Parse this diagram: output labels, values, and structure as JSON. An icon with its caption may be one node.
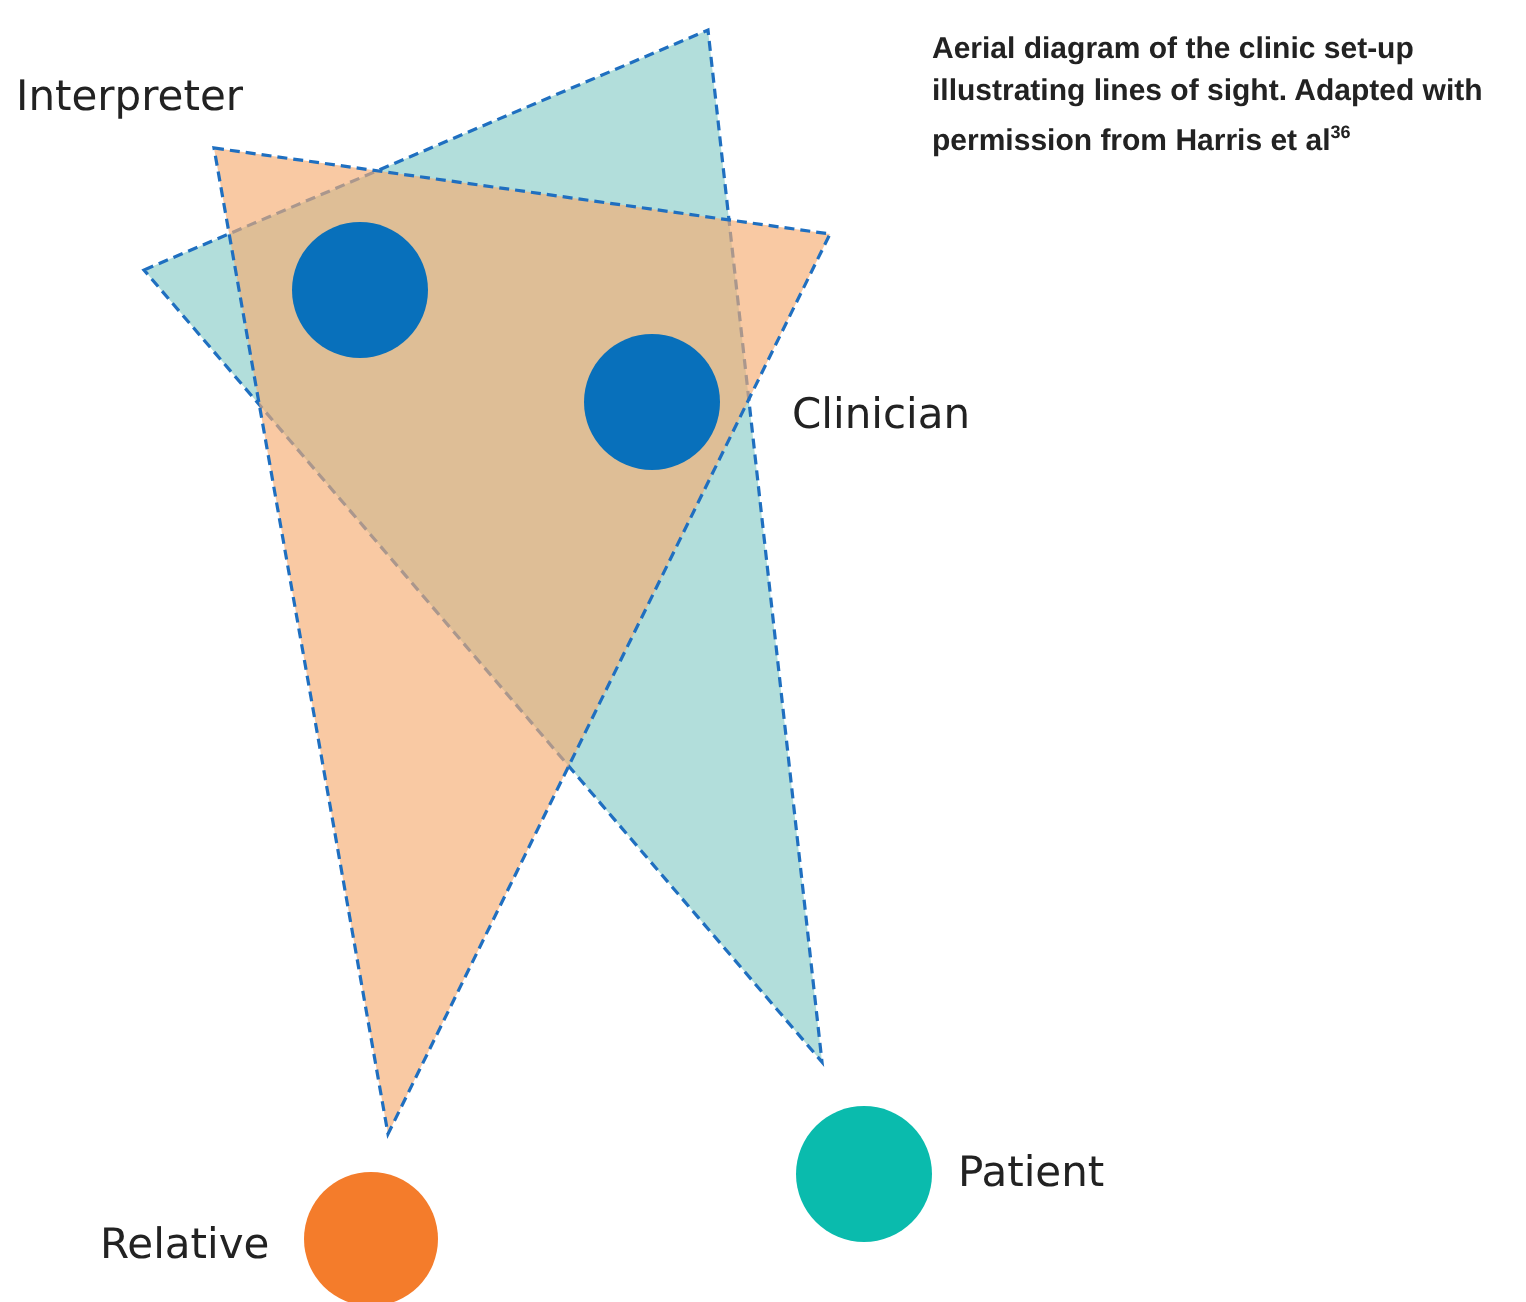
{
  "diagram": {
    "caption": "Aerial diagram of the clinic set-up illustrating lines of sight. Adapted with permission from Harris et al$^{36}$",
    "nodes": [
      {
        "text": [],
        "shape": "circle",
        "beside": [
          "Interpreter"
        ]
      },
      {
        "text": [],
        "shape": "circle",
        "beside": [
          "Clinician"
        ]
      },
      {
        "text": [],
        "shape": "circle",
        "beside": [
          "Patient"
        ]
      },
      {
        "text": [],
        "shape": "circle",
        "beside": [
          "Relative"
        ]
      }
    ]
  }
}
